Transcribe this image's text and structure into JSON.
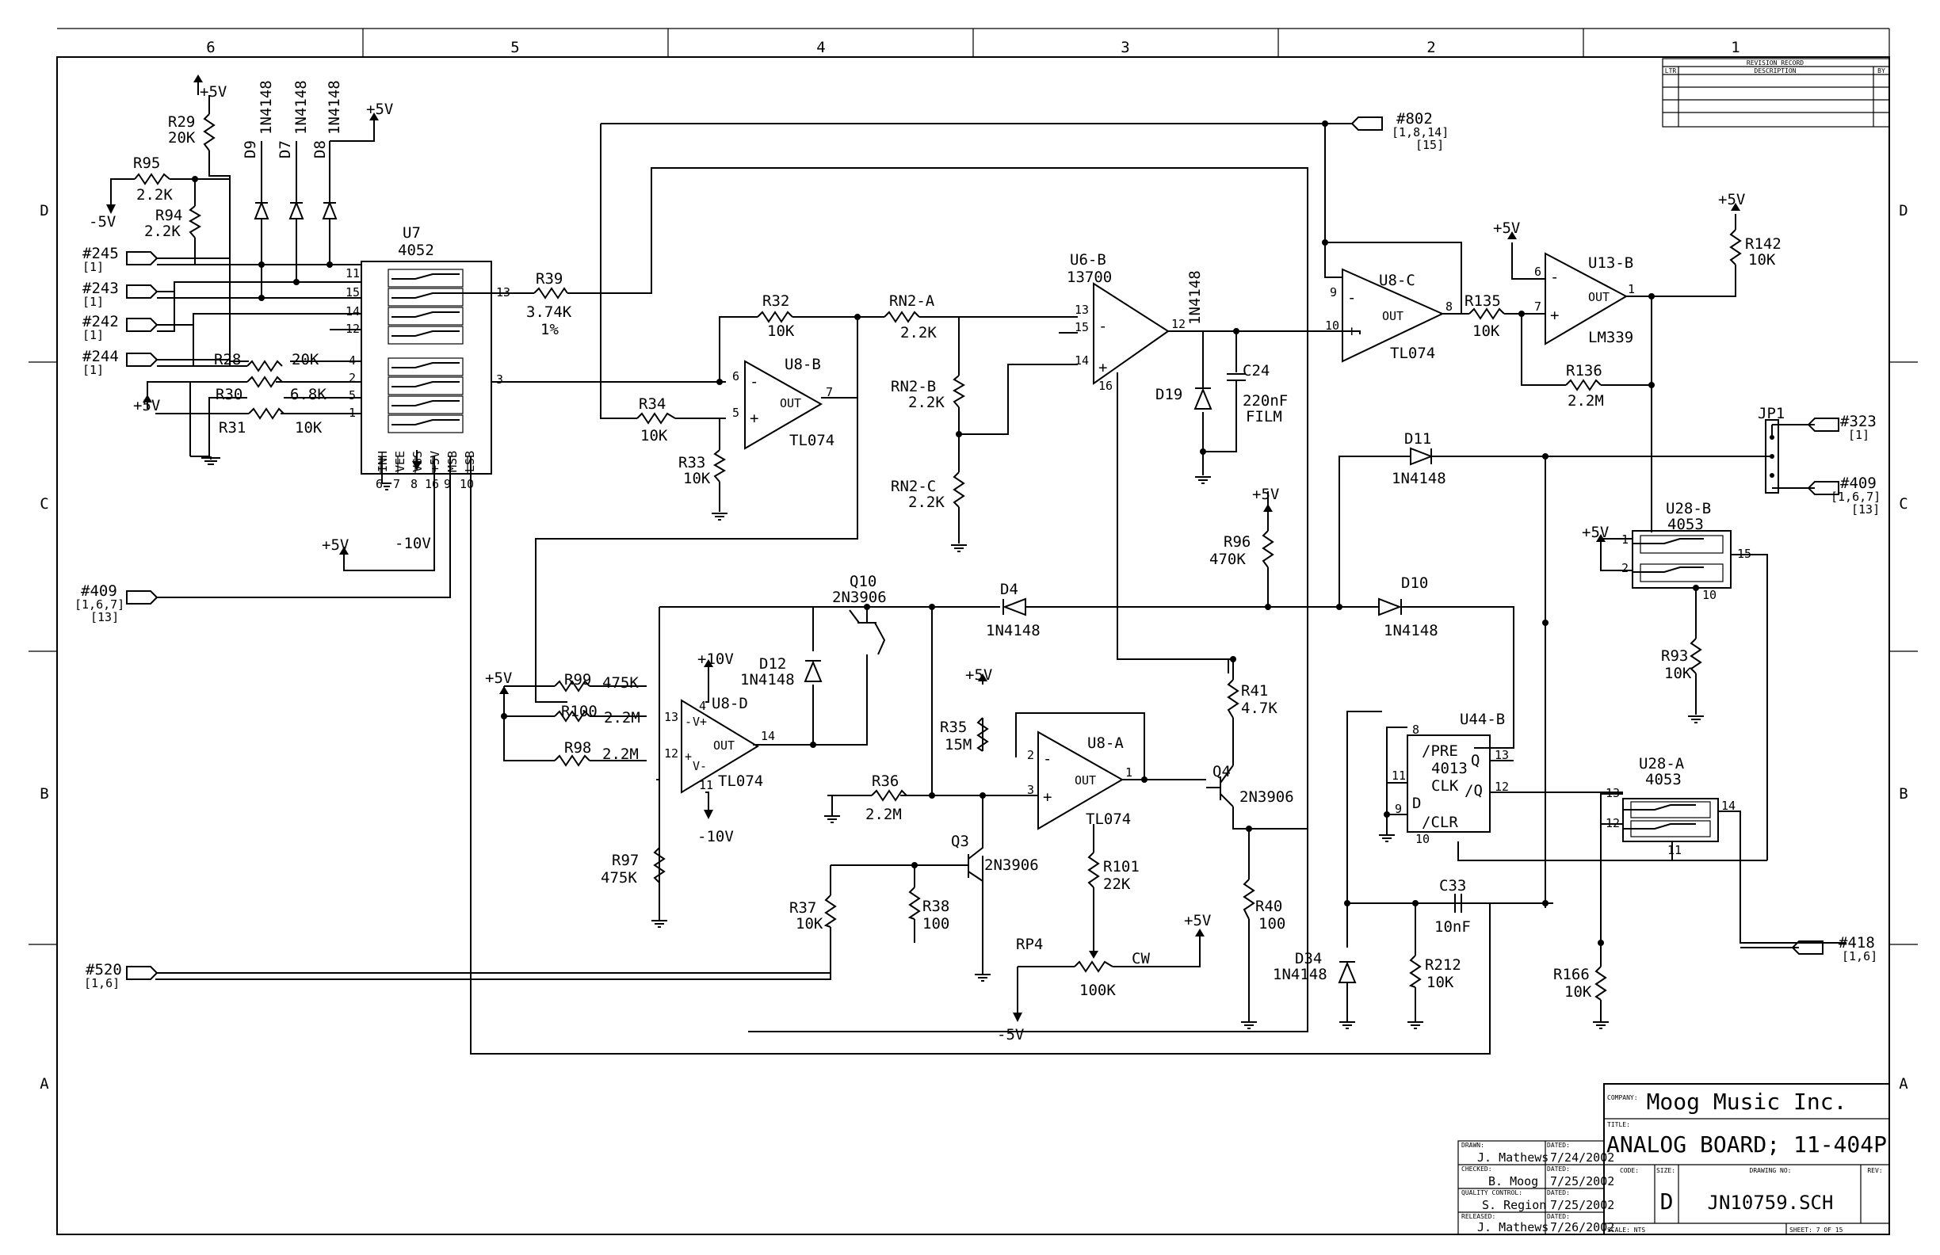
{
  "zones": {
    "top": [
      "6",
      "5",
      "4",
      "3",
      "2",
      "1"
    ],
    "side": [
      "D",
      "C",
      "B",
      "A"
    ]
  },
  "revision": {
    "title": "REVISION RECORD",
    "ltr": "LTR",
    "description": "DESCRIPTION",
    "by": "BY"
  },
  "supply": {
    "p5": "+5V",
    "m5": "-5V",
    "p10": "+10V",
    "m10": "-10V",
    "m10b": "-10V"
  },
  "ports": {
    "p245": "#245",
    "p245r": "[1]",
    "p243": "#243",
    "p243r": "[1]",
    "p242": "#242",
    "p242r": "[1]",
    "p244": "#244",
    "p244r": "[1]",
    "p409a": "#409",
    "p409ar1": "[1,6,7]",
    "p409ar2": "[13]",
    "p802": "#802",
    "p802r1": "[1,8,14]",
    "p802r2": "[15]",
    "p323": "#323",
    "p323r": "[1]",
    "p409b": "#409",
    "p409br1": "[1,6,7]",
    "p409br2": "[13]",
    "p520": "#520",
    "p520r": "[1,6]",
    "p418": "#418",
    "p418r": "[1,6]"
  },
  "parts": {
    "r29": "R29",
    "r29v": "20K",
    "r95": "R95",
    "r95v": "2.2K",
    "r94": "R94",
    "r94v": "2.2K",
    "r28": "R28",
    "r28v": "20K",
    "r30": "R30",
    "r30v": "6.8K",
    "r31": "R31",
    "r31v": "10K",
    "r39": "R39",
    "r39v": "3.74K",
    "r39t": "1%",
    "r32": "R32",
    "r32v": "10K",
    "r34": "R34",
    "r34v": "10K",
    "r33": "R33",
    "r33v": "10K",
    "rn2a": "RN2-A",
    "rn2av": "2.2K",
    "rn2b": "RN2-B",
    "rn2bv": "2.2K",
    "rn2c": "RN2-C",
    "rn2cv": "2.2K",
    "r135": "R135",
    "r135v": "10K",
    "r136": "R136",
    "r136v": "2.2M",
    "r142": "R142",
    "r142v": "10K",
    "r96": "R96",
    "r96v": "470K",
    "r93": "R93",
    "r93v": "10K",
    "r99": "R99",
    "r99v": "475K",
    "r100": "R100",
    "r100v": "2.2M",
    "r98": "R98",
    "r98v": "2.2M",
    "r97": "R97",
    "r97v": "475K",
    "r35": "R35",
    "r35v": "15M",
    "r36": "R36",
    "r36v": "2.2M",
    "r41": "R41",
    "r41v": "4.7K",
    "r37": "R37",
    "r37v": "10K",
    "r38": "R38",
    "r38v": "100",
    "r101": "R101",
    "r101v": "22K",
    "rp4": "RP4",
    "rp4v": "100K",
    "cw": "CW",
    "r40": "R40",
    "r40v": "100",
    "r212": "R212",
    "r212v": "10K",
    "r166": "R166",
    "r166v": "10K",
    "d9": "D9",
    "d7": "D7",
    "d8": "D8",
    "d1n": "1N4148",
    "d19": "D19",
    "d19t": "1N4148",
    "c24": "C24",
    "c24v": "220nF",
    "c24t": "FILM",
    "d11": "D11",
    "d11v": "1N4148",
    "d4": "D4",
    "d4v": "1N4148",
    "d10": "D10",
    "d10v": "1N4148",
    "d12": "D12",
    "d12v": "1N4148",
    "d34": "D34",
    "d34v": "1N4148",
    "c33": "C33",
    "c33v": "10nF",
    "q10": "Q10",
    "q10v": "2N3906",
    "q4": "Q4",
    "q4v": "2N3906",
    "q3": "Q3",
    "q3v": "2N3906",
    "jp1": "JP1"
  },
  "ics": {
    "u7": "U7",
    "u7v": "4052",
    "u7pins": {
      "p11": "11",
      "p15": "15",
      "p14": "14",
      "p12": "12",
      "p4": "4",
      "p2": "2",
      "p5": "5",
      "p1": "1",
      "p13": "13",
      "p3": "3",
      "p6": "6",
      "p7": "7",
      "p8": "8",
      "p16": "16",
      "p9": "9",
      "p10": "10"
    },
    "u7ctl": {
      "inh": "INH",
      "vee": "VEE",
      "vss": "VSS",
      "vdd": "+5V",
      "msb": "MSB",
      "lsb": "LSB"
    },
    "u8b": "U8-B",
    "u8bv": "TL074",
    "u8bp": {
      "p6": "6",
      "p5": "5",
      "p7": "7"
    },
    "u6b": "U6-B",
    "u6bv": "13700",
    "u6bp": {
      "p13": "13",
      "p15": "15",
      "p14": "14",
      "p16": "16",
      "p12": "12"
    },
    "u8c": "U8-C",
    "u8cv": "TL074",
    "u8cp": {
      "p9": "9",
      "p10": "10",
      "p8": "8"
    },
    "u13b": "U13-B",
    "u13bv": "LM339",
    "u13bp": {
      "p6": "6",
      "p7": "7",
      "p1": "1"
    },
    "u8d": "U8-D",
    "u8dv": "TL074",
    "u8dp": {
      "p4": "4",
      "p13": "13",
      "p12": "12",
      "p14": "14",
      "p11": "11"
    },
    "u8a": "U8-A",
    "u8av": "TL074",
    "u8ap": {
      "p2": "2",
      "p3": "3",
      "p1": "1"
    },
    "u28b": "U28-B",
    "u28bv": "4053",
    "u28bp": {
      "p1": "1",
      "p2": "2",
      "p15": "15",
      "p10": "10"
    },
    "u28a": "U28-A",
    "u28av": "4053",
    "u28ap": {
      "p13": "13",
      "p12": "12",
      "p14": "14",
      "p11": "11"
    },
    "u44b": "U44-B",
    "u44bv": "4013",
    "u44bl": {
      "pre": "/PRE",
      "clk": "CLK",
      "d": "D",
      "clr": "/CLR",
      "q": "Q",
      "qn": "/Q",
      "n8": "8",
      "n11": "11",
      "n9": "9",
      "n10": "10",
      "n13": "13",
      "n12": "12"
    },
    "op": {
      "minus": "-",
      "plus": "+",
      "out": "OUT",
      "vplus": "V+",
      "vminus": "V-"
    }
  },
  "title_block": {
    "company_lbl": "COMPANY:",
    "company": "Moog Music Inc.",
    "title_lbl": "TITLE:",
    "title": "ANALOG BOARD; 11-404P",
    "drawn_lbl": "DRAWN:",
    "drawn": "J. Mathews",
    "drawn_date_lbl": "DATED:",
    "drawn_date": "7/24/2002",
    "checked_lbl": "CHECKED:",
    "checked": "B. Moog",
    "checked_date_lbl": "DATED:",
    "checked_date": "7/25/2002",
    "qc_lbl": "QUALITY CONTROL:",
    "qc": "S. Region",
    "qc_date_lbl": "DATED:",
    "qc_date": "7/25/2002",
    "released_lbl": "RELEASED:",
    "released": "J. Mathews",
    "released_date_lbl": "DATED:",
    "released_date": "7/26/2002",
    "code_lbl": "CODE:",
    "size_lbl": "SIZE:",
    "size": "D",
    "drawing_lbl": "DRAWING NO:",
    "drawing": "JN10759.SCH",
    "rev_lbl": "REV:",
    "scale": "SCALE:   NTS",
    "sheet": "SHEET: 7  OF  15"
  }
}
